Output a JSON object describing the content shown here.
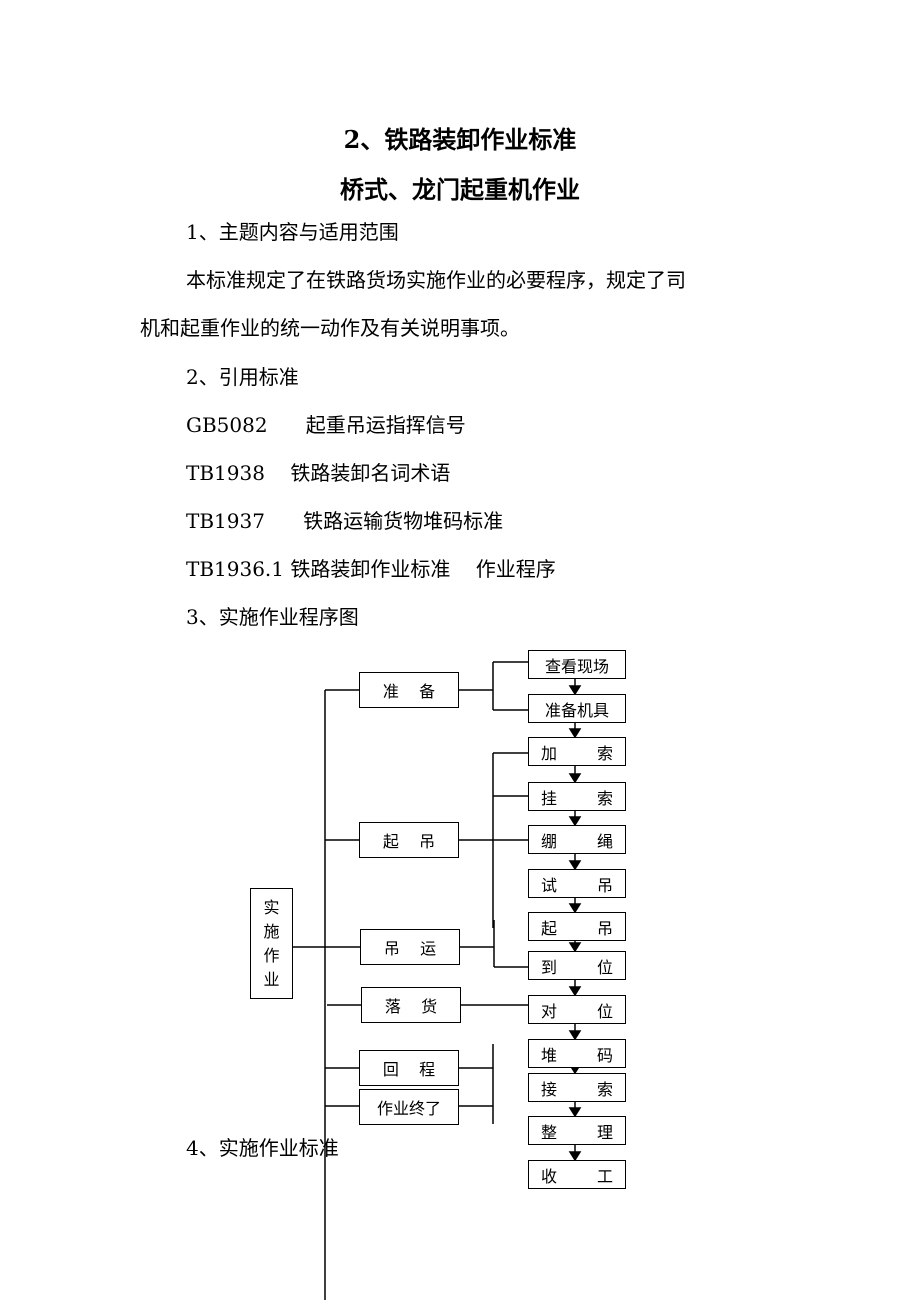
{
  "title": "2、铁路装卸作业标准",
  "subtitle": "桥式、龙门起重机作业",
  "sections": {
    "s1": "1、主题内容与适用范围",
    "p1a": "本标准规定了在铁路货场实施作业的必要程序，规定了司",
    "p1b": "机和起重作业的统一动作及有关说明事项。",
    "s2": "2、引用标准",
    "refs": [
      "GB5082      起重吊运指挥信号",
      "TB1938    铁路装卸名词术语",
      "TB1937      铁路运输货物堆码标准",
      "TB1936.1 铁路装卸作业标准    作业程序"
    ],
    "s3": "3、实施作业程序图",
    "s4": "4、实施作业标准"
  },
  "diagram": {
    "root": "实施作业",
    "stages": [
      "准    备",
      "起    吊",
      "吊    运",
      "落    货",
      "回    程",
      "作业终了"
    ],
    "steps": [
      [
        "查看现场",
        ""
      ],
      [
        "准备机具",
        ""
      ],
      [
        "加",
        "索"
      ],
      [
        "挂",
        "索"
      ],
      [
        "绷",
        "绳"
      ],
      [
        "试",
        "吊"
      ],
      [
        "起",
        "吊"
      ],
      [
        "到",
        "位"
      ],
      [
        "对",
        "位"
      ],
      [
        "堆",
        "码"
      ],
      [
        "接",
        "索"
      ],
      [
        "整",
        "理"
      ],
      [
        "收",
        "工"
      ]
    ]
  }
}
